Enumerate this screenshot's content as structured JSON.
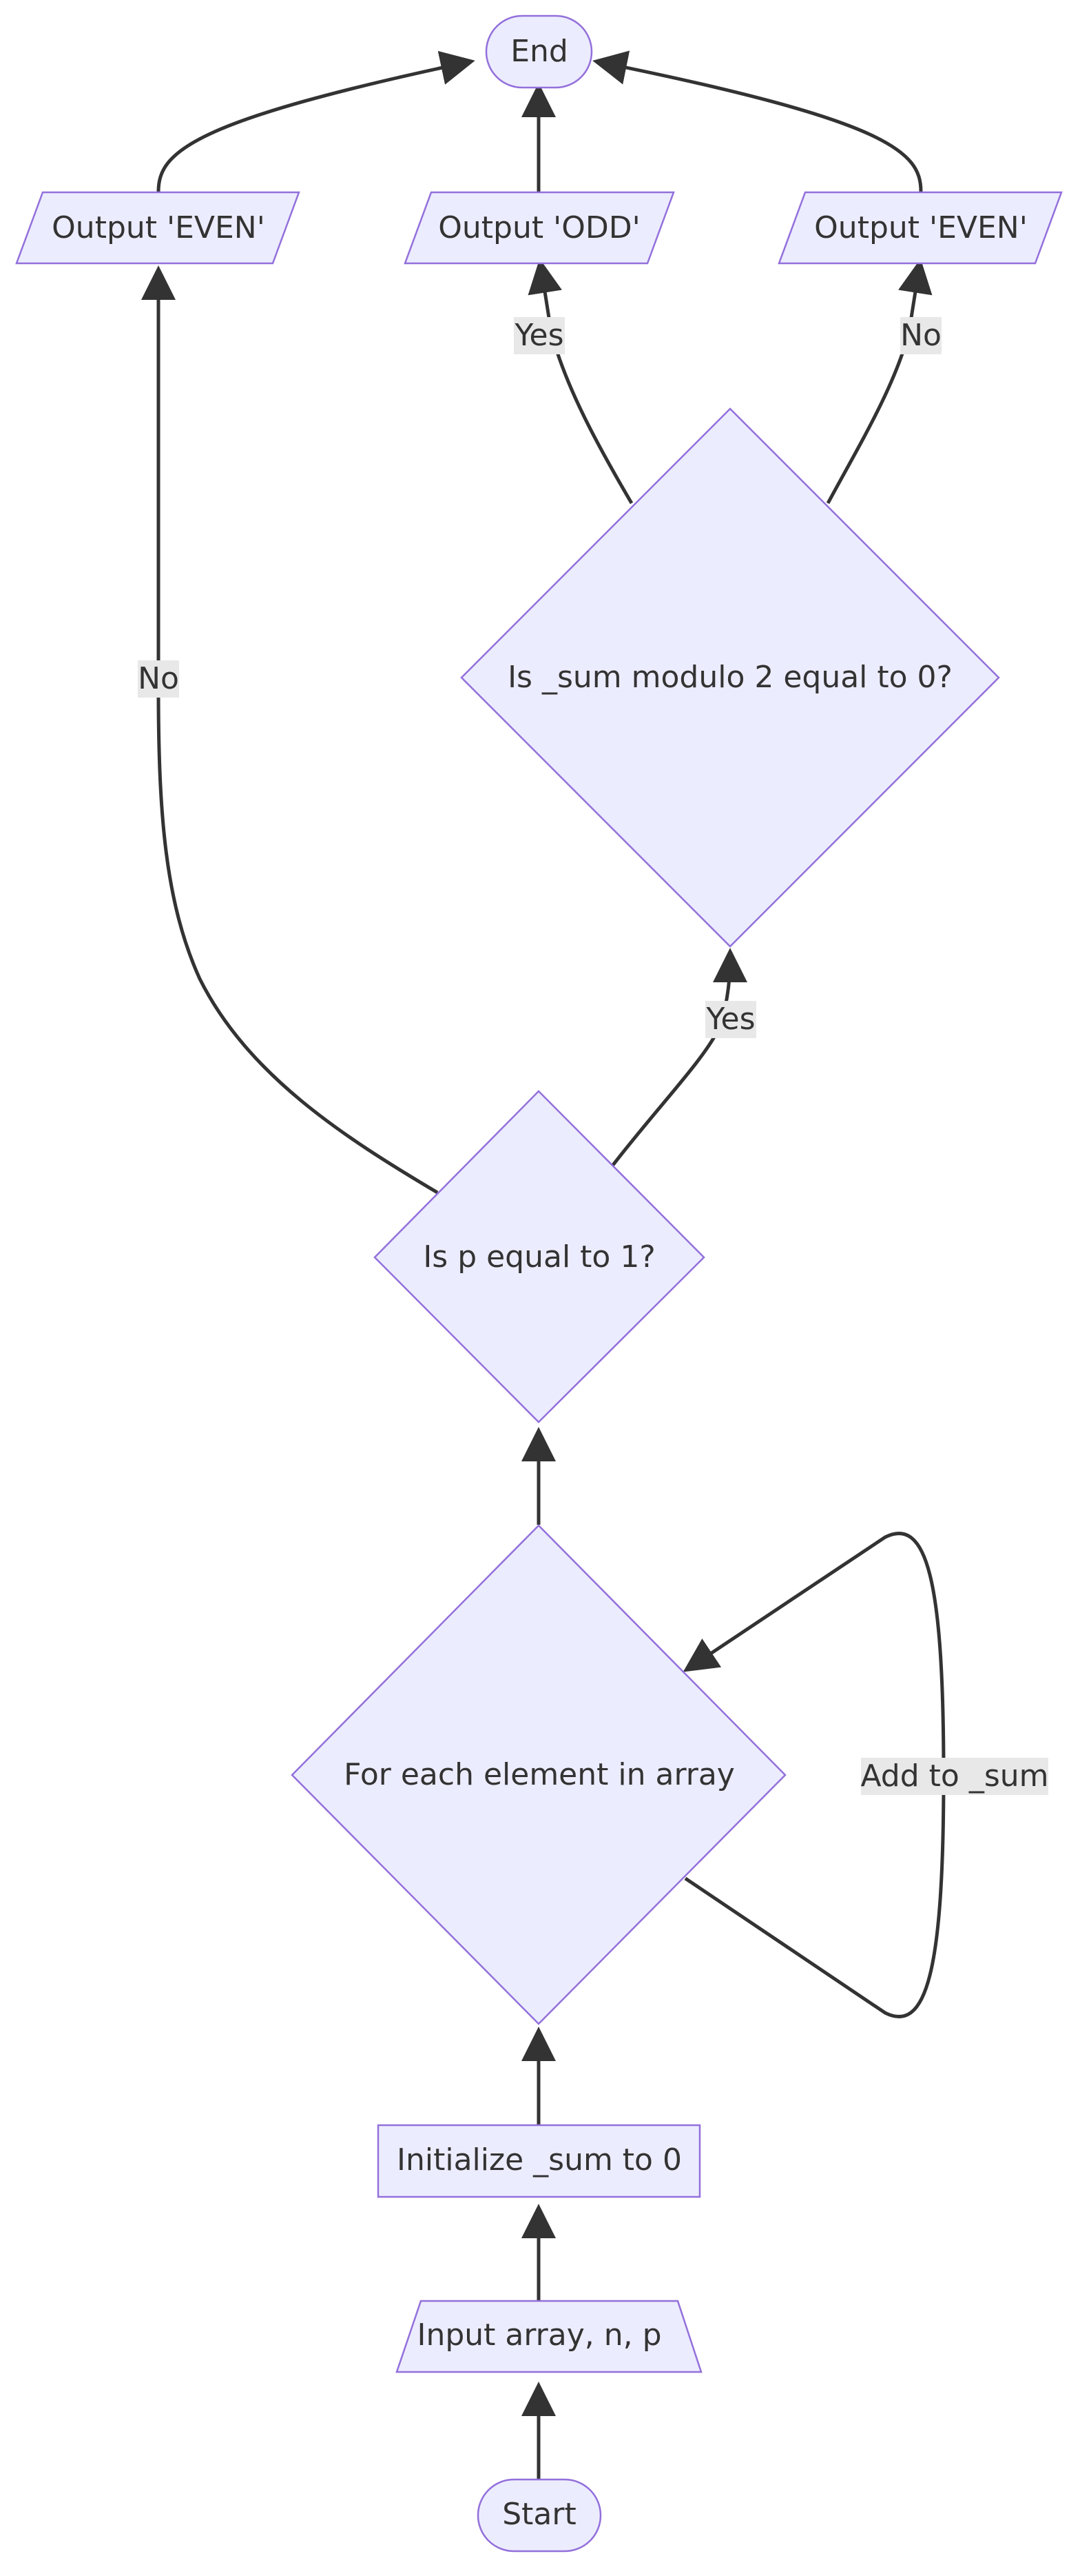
{
  "nodes": {
    "start": "Start",
    "input": "Input array, n, p",
    "init_sum": "Initialize _sum to 0",
    "loop": "For each element in array",
    "check_p": "Is p equal to 1?",
    "check_mod": "Is _sum modulo 2 equal to 0?",
    "out_even_left": "Output 'EVEN'",
    "out_odd": "Output 'ODD'",
    "out_even_right": "Output 'EVEN'",
    "end": "End"
  },
  "edge_labels": {
    "loop_self": "Add to _sum",
    "p_yes": "Yes",
    "p_no": "No",
    "mod_yes": "Yes",
    "mod_no": "No"
  },
  "colors": {
    "node_fill": "#ECECFF",
    "node_stroke": "#9370DB",
    "edge": "#333333",
    "label_bg": "#e8e8e8"
  }
}
